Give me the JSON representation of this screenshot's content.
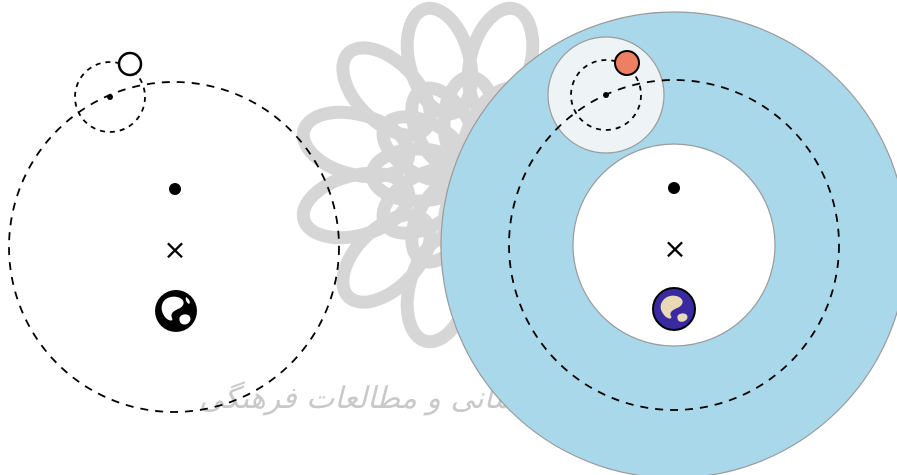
{
  "watermark": {
    "text": "پژوهشگاه علوم انسانی و مطالعات فرهنگی",
    "color": "#c9c9c9"
  },
  "colors": {
    "ink": "#000000",
    "blue_sphere": "#a9d8ea",
    "white_fill": "#ffffff",
    "epicycle_sphere": "#eef4f6",
    "sphere_stroke": "#9a9a9a",
    "planet_orange": "#ee7f62",
    "earth_blue": "#3a2aa0",
    "earth_land": "#ead9b6"
  },
  "panels": [
    {
      "id": "left",
      "earth_icon": "earth-globe-black-icon",
      "equant_marker": "×",
      "planet_icon": "planet-hollow-circle-icon"
    },
    {
      "id": "right",
      "earth_icon": "earth-globe-blue-icon",
      "equant_marker": "×",
      "planet_icon": "planet-orange-icon"
    }
  ]
}
